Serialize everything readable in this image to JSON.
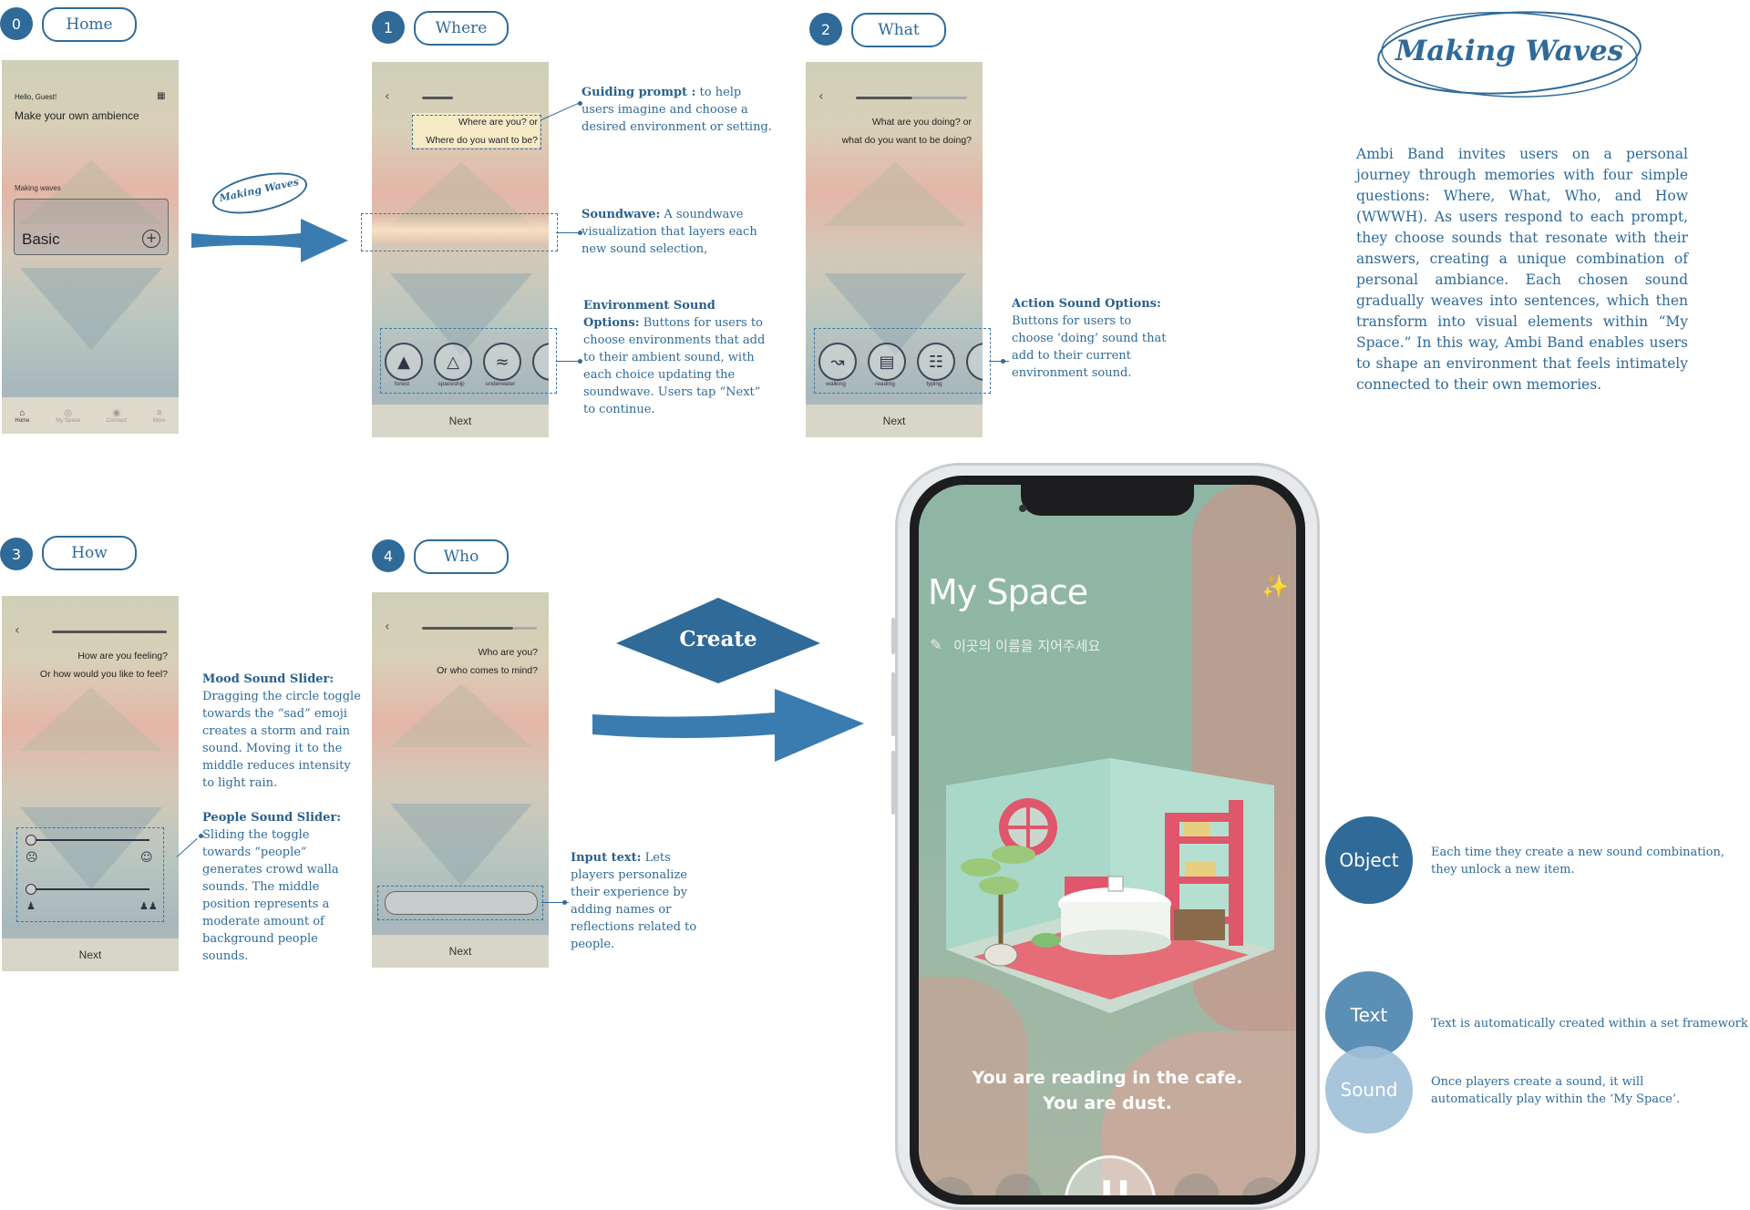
{
  "steps": [
    {
      "num": "0",
      "label": "Home"
    },
    {
      "num": "1",
      "label": "Where"
    },
    {
      "num": "2",
      "label": "What"
    },
    {
      "num": "3",
      "label": "How"
    },
    {
      "num": "4",
      "label": "Who"
    }
  ],
  "home_screen": {
    "greeting": "Hello, Guest!",
    "title": "Make your own ambience",
    "section_label": "Making waves",
    "card_label": "Basic",
    "nav": [
      "Home",
      "My Space",
      "Connect",
      "More"
    ]
  },
  "where_screen": {
    "question_1": "Where are you? or",
    "question_2": "Where do you want to be?",
    "sounds": [
      "forest",
      "spaceship",
      "underwater"
    ],
    "next": "Next"
  },
  "what_screen": {
    "question_1": "What are you doing? or",
    "question_2": "what do you want to be doing?",
    "sounds": [
      "walking",
      "reading",
      "typing"
    ],
    "next": "Next"
  },
  "how_screen": {
    "question_1": "How are you feeling?",
    "question_2": "Or how would you like to feel?",
    "next": "Next"
  },
  "who_screen": {
    "question_1": "Who are you?",
    "question_2": "Or who comes to mind?",
    "next": "Next"
  },
  "badge_small": "Making Waves",
  "notes": {
    "guiding_title": "Guiding prompt :",
    "guiding_body": " to help users imagine and choose a desired environment or setting.",
    "soundwave_title": "Soundwave:",
    "soundwave_body": " A soundwave visualization that layers each new sound selection,",
    "env_title": "Environment Sound Options:",
    "env_body": " Buttons for users to choose environments that add to their ambient sound, with each choice updating the soundwave. Users tap “Next” to continue.",
    "action_title": "Action Sound Options:",
    "action_body": " Buttons for users to choose ‘doing’ sound that add to their current environment sound.",
    "mood_title": "Mood Sound Slider:",
    "mood_body": " Dragging the circle toggle towards the “sad” emoji creates a storm and rain sound. Moving it to the middle reduces intensity to light rain.",
    "people_title": "People Sound Slider:",
    "people_body": " Sliding the toggle towards “people” generates crowd walla sounds. The middle position represents a moderate amount of background people sounds.",
    "input_title": "Input text:",
    "input_body": " Lets players personalize their experience by adding names or reflections related to people."
  },
  "brand": {
    "title": "Making Waves",
    "description": "Ambi Band invites users on a personal journey through memories with four simple questions: Where, What, Who, and How (WWWH). As users respond to each prompt, they choose sounds that resonate with their answers, creating a unique combination of personal ambiance. Each chosen sound gradually weaves into sentences, which then transform into visual elements within “My Space.” In this way, Ambi Band enables users to shape an environment that feels intimately connected to their own memories."
  },
  "create_label": "Create",
  "my_space": {
    "title": "My Space",
    "name_placeholder": "이곳의 이름을 지어주세요",
    "sentence_1": "You are reading in the cafe.",
    "sentence_2": "You are dust."
  },
  "legend": [
    {
      "label": "Object",
      "text": "Each time they create a new sound combination, they unlock a new item.",
      "color": "#2f6a98"
    },
    {
      "label": "Text",
      "text": "Text is automatically created within a set framework",
      "color": "#5b8fb5"
    },
    {
      "label": "Sound",
      "text": "Once players create a sound, it will automatically play within the ‘My Space’.",
      "color": "#9fc0d8"
    }
  ],
  "colors": {
    "accent": "#2f6a98",
    "arrow": "#3a7cb0",
    "coral": "#e0566a"
  }
}
